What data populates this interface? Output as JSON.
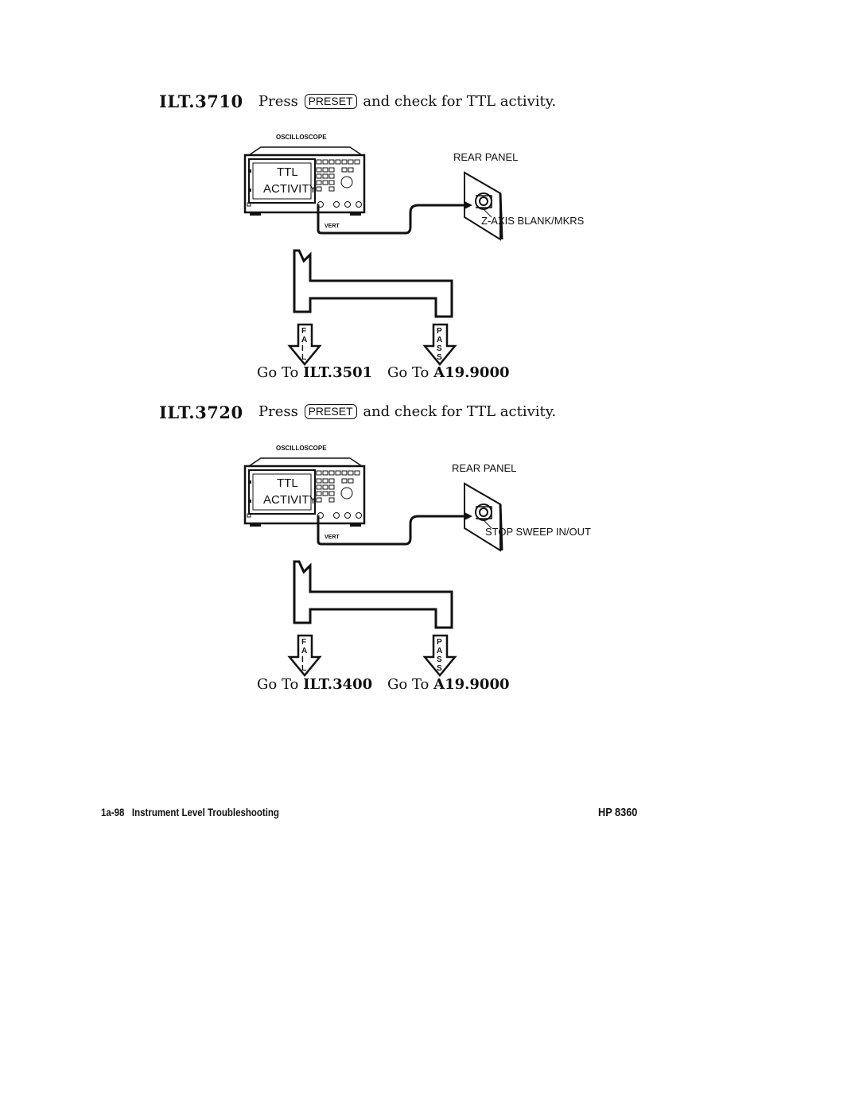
{
  "steps": [
    {
      "id": "ILT.3710",
      "instruction_before": "Press",
      "key_label": "PRESET",
      "instruction_after": "and check for TTL activity.",
      "figure": {
        "instrument_label": "OSCILLOSCOPE",
        "screen_line1": "TTL",
        "screen_line2": "ACTIVITY",
        "probe_label": "VERT",
        "panel_label": "REAR PANEL",
        "connector_label": "Z-AXIS BLANK/MKRS",
        "fail_letters": [
          "F",
          "A",
          "I",
          "L"
        ],
        "pass_letters": [
          "P",
          "A",
          "S",
          "S"
        ]
      },
      "goto_fail_prefix": "Go To",
      "goto_fail_target": "ILT.3501",
      "goto_pass_prefix": "Go To",
      "goto_pass_target": "A19.9000"
    },
    {
      "id": "ILT.3720",
      "instruction_before": "Press",
      "key_label": "PRESET",
      "instruction_after": "and check for TTL activity.",
      "figure": {
        "instrument_label": "OSCILLOSCOPE",
        "screen_line1": "TTL",
        "screen_line2": "ACTIVITY",
        "probe_label": "VERT",
        "panel_label": "REAR PANEL",
        "connector_label": "STOP SWEEP IN/OUT",
        "fail_letters": [
          "F",
          "A",
          "I",
          "L"
        ],
        "pass_letters": [
          "P",
          "A",
          "S",
          "S"
        ]
      },
      "goto_fail_prefix": "Go To",
      "goto_fail_target": "ILT.3400",
      "goto_pass_prefix": "Go To",
      "goto_pass_target": "A19.9000"
    }
  ],
  "footer": {
    "page_number": "1a-98",
    "section_title": "Instrument Level Troubleshooting",
    "model": "HP 8360"
  }
}
